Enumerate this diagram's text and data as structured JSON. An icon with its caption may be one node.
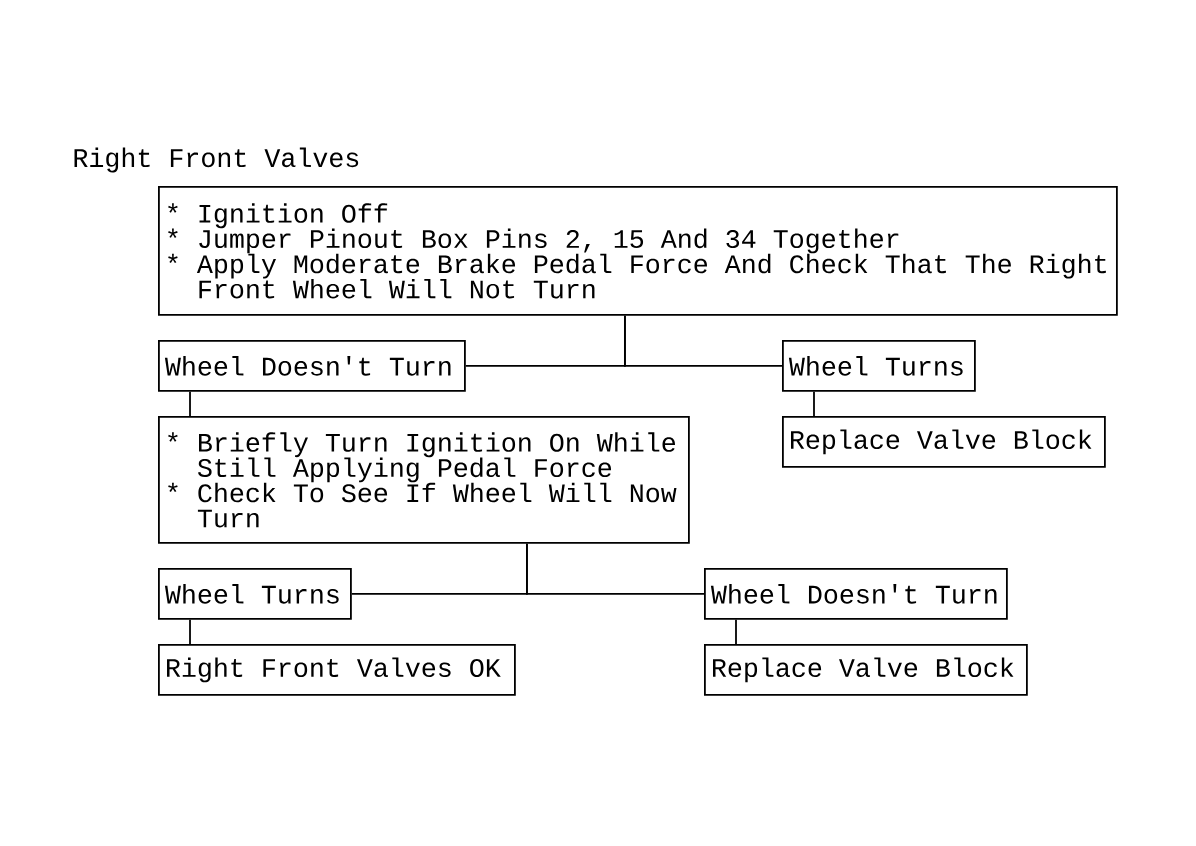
{
  "diagram": {
    "title": "Right Front Valves",
    "nodes": [
      {
        "text": [
          "* Ignition Off",
          "* Jumper Pinout Box Pins 2, 15 And 34 Together",
          "* Apply Moderate Brake Pedal Force And Check That The Right Front Wheel Will Not Turn"
        ]
      },
      {
        "text": [
          "Wheel Doesn't Turn"
        ]
      },
      {
        "text": [
          "Wheel Turns"
        ]
      },
      {
        "text": [
          "* Briefly Turn Ignition On While Still Applying Pedal Force",
          "* Check To See If Wheel Will Now Turn"
        ]
      },
      {
        "text": [
          "Replace Valve Block"
        ]
      },
      {
        "text": [
          "Wheel Turns"
        ]
      },
      {
        "text": [
          "Wheel Doesn't Turn"
        ]
      },
      {
        "text": [
          "Right Front Valves OK"
        ]
      },
      {
        "text": [
          "Replace Valve Block"
        ]
      }
    ],
    "edges": [
      {
        "from": 0,
        "to": 1,
        "arrow": "none"
      },
      {
        "from": 0,
        "to": 2,
        "arrow": "none"
      },
      {
        "from": 1,
        "to": 3,
        "arrow": "none"
      },
      {
        "from": 2,
        "to": 4,
        "arrow": "none"
      },
      {
        "from": 3,
        "to": 5,
        "arrow": "none"
      },
      {
        "from": 3,
        "to": 6,
        "arrow": "none"
      },
      {
        "from": 5,
        "to": 7,
        "arrow": "none"
      },
      {
        "from": 6,
        "to": 8,
        "arrow": "none"
      }
    ]
  }
}
